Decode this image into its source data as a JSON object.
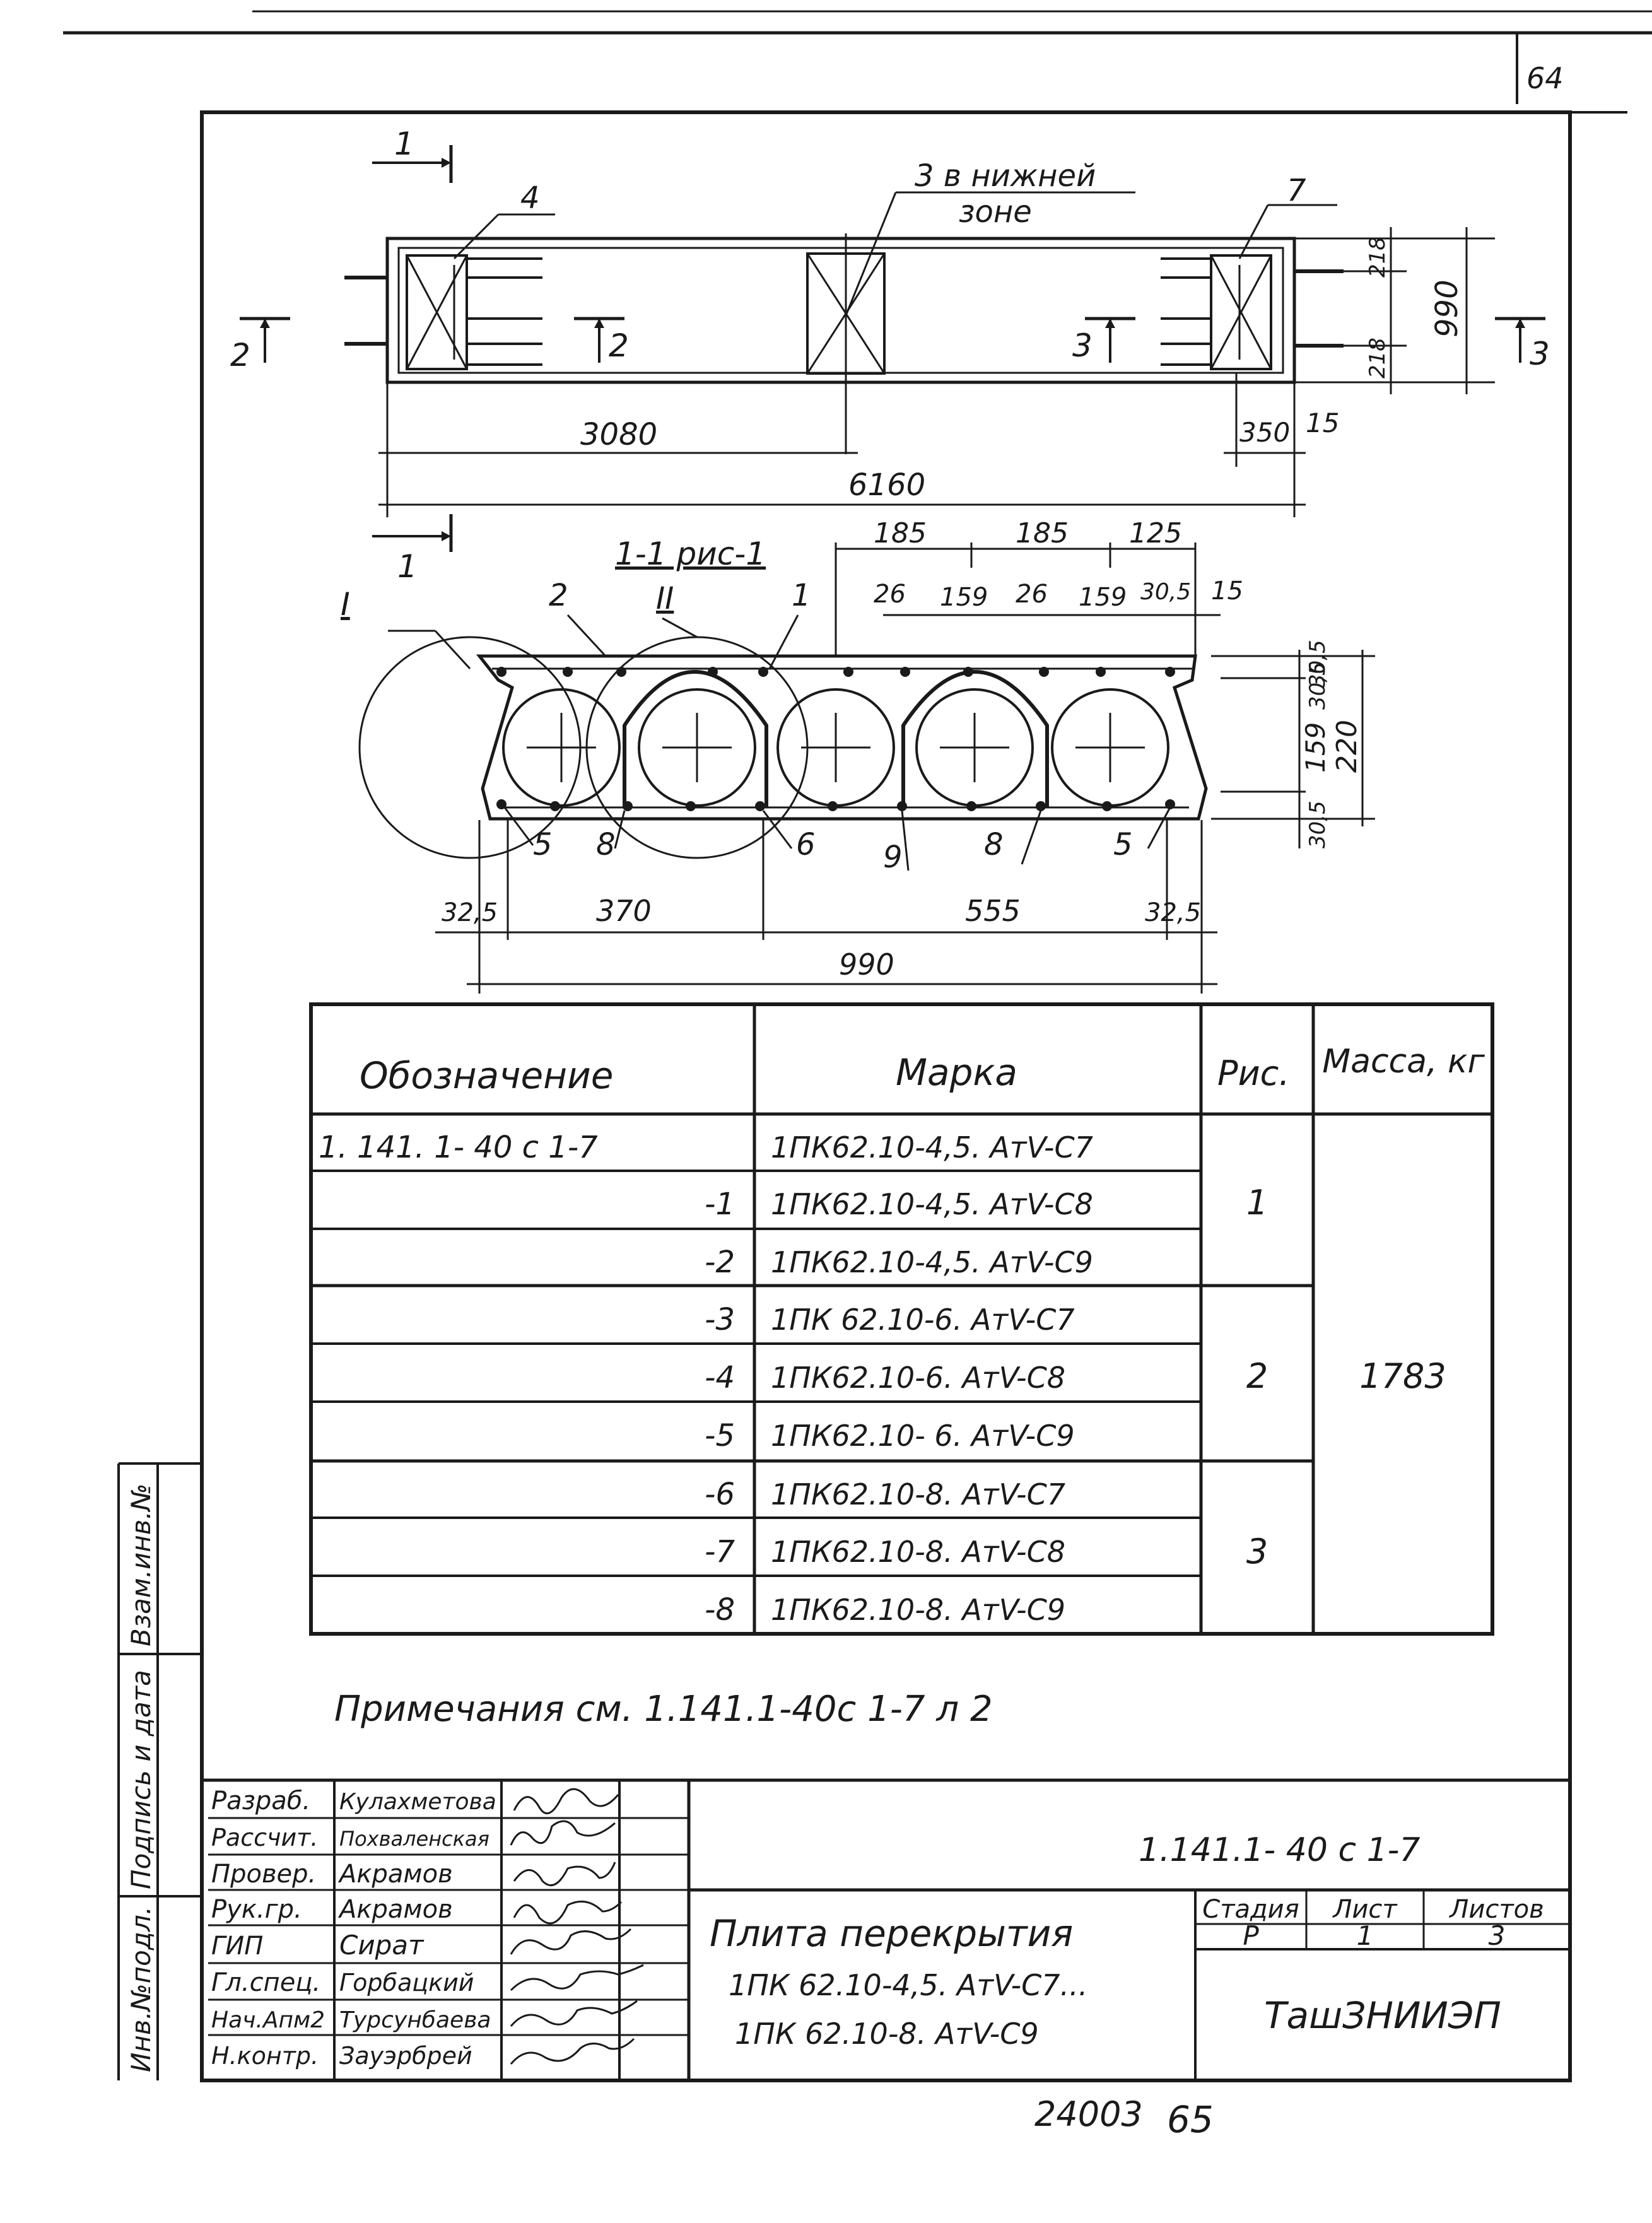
{
  "page_number": "64",
  "stamp_number": "65",
  "archive_number": "24003",
  "plan": {
    "section_marks": [
      "1",
      "1",
      "2",
      "2",
      "3",
      "3"
    ],
    "callouts": [
      "4",
      "3 в нижней",
      "зоне",
      "7"
    ],
    "dims": {
      "half_length": "3080",
      "length": "6160",
      "end_offset": "350",
      "end_gap": "15",
      "width": "990",
      "edge_top": "218",
      "edge_bottom": "218"
    }
  },
  "section": {
    "title": "1-1 рис-1",
    "callouts": [
      "I",
      "2",
      "II",
      "1",
      "5",
      "8",
      "6",
      "9",
      "8",
      "5"
    ],
    "top_dims": [
      "185",
      "185",
      "125",
      "26",
      "159",
      "26",
      "159",
      "30,5",
      "15"
    ],
    "right_dims": [
      "30,5",
      "30,5",
      "159",
      "220",
      "30,5"
    ],
    "bottom_dims": [
      "32,5",
      "370",
      "555",
      "32,5",
      "990"
    ]
  },
  "table": {
    "headers": [
      "Обозначение",
      "Марка",
      "Рис.",
      "Масса, кг"
    ],
    "rows": [
      {
        "designation": "1. 141. 1- 40 с 1-7",
        "mark": "1ПК62.10-4,5. АтV-С7"
      },
      {
        "designation": "-1",
        "mark": "1ПК62.10-4,5. АтV-С8"
      },
      {
        "designation": "-2",
        "mark": "1ПК62.10-4,5. АтV-С9"
      },
      {
        "designation": "-3",
        "mark": "1ПК 62.10-6. АтV-С7"
      },
      {
        "designation": "-4",
        "mark": "1ПК62.10-6. АтV-С8"
      },
      {
        "designation": "-5",
        "mark": "1ПК62.10- 6. АтV-С9"
      },
      {
        "designation": "-6",
        "mark": "1ПК62.10-8. АтV-С7"
      },
      {
        "designation": "-7",
        "mark": "1ПК62.10-8. АтV-С8"
      },
      {
        "designation": "-8",
        "mark": "1ПК62.10-8. АтV-С9"
      }
    ],
    "figures": [
      "1",
      "2",
      "3"
    ],
    "mass": "1783"
  },
  "note": "Примечания см. 1.141.1-40с 1-7 л 2",
  "left_margin": [
    "Инв.№подл.",
    "Подпись и дата",
    "Взам.инв.№"
  ],
  "title_block": {
    "roles": [
      "Разраб.",
      "Рассчит.",
      "Провер.",
      "Рук.гр.",
      "ГИП",
      "Гл.спец.",
      "Нач.Апм2",
      "Н.контр."
    ],
    "names": [
      "Кулахметова",
      "Похваленская",
      "Акрамов",
      "Акрамов",
      "Сират",
      "Горбацкий",
      "Турсунбаева",
      "Зауэрбрей"
    ],
    "doc_code": "1.141.1- 40 с 1-7",
    "title_lines": [
      "Плита перекрытия",
      "1ПК 62.10-4,5. АтV-С7...",
      "1ПК 62.10-8. АтV-С9"
    ],
    "stage_label": "Стадия",
    "sheet_label": "Лист",
    "sheets_label": "Листов",
    "stage": "Р",
    "sheet": "1",
    "sheets": "3",
    "organization": "ТашЗНИИЭП"
  }
}
